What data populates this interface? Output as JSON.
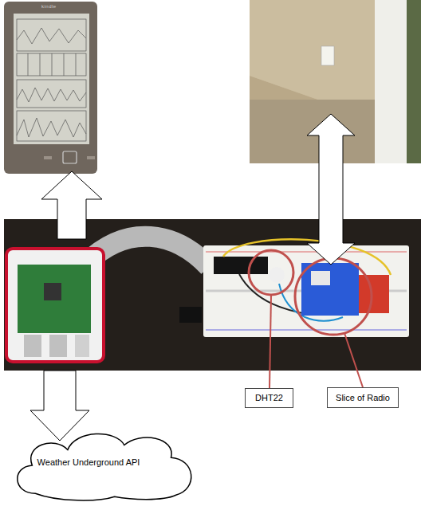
{
  "diagram": {
    "nodes": [
      {
        "text": [
          "DHT22"
        ]
      },
      {
        "text": [
          "Slice of Radio"
        ]
      },
      {
        "text": [
          "Weather Underground API"
        ]
      }
    ],
    "labels": [
      "kindle"
    ]
  }
}
